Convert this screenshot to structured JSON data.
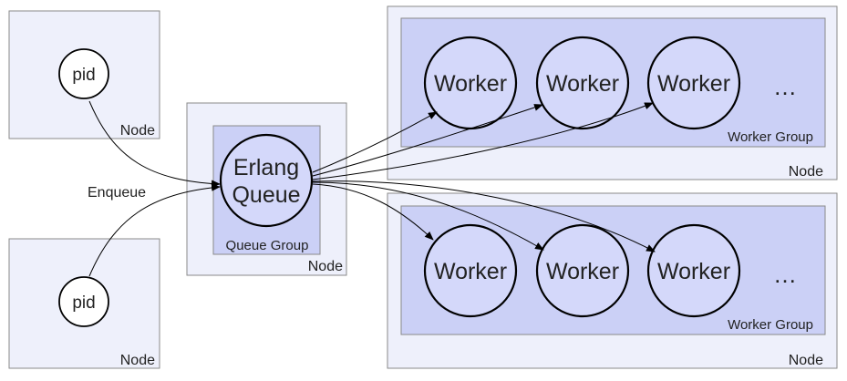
{
  "nodes": {
    "node_label": "Node"
  },
  "pid_label": "pid",
  "enqueue_label": "Enqueue",
  "queue": {
    "line1": "Erlang",
    "line2": "Queue",
    "group_label": "Queue Group"
  },
  "worker_label": "Worker",
  "ellipsis": "…",
  "worker_group_label": "Worker Group",
  "colors": {
    "node_fill": "#eef0fb",
    "group_fill": "#cbd0f6",
    "circle_fill": "#d4d8fa",
    "stroke": "#000000"
  }
}
